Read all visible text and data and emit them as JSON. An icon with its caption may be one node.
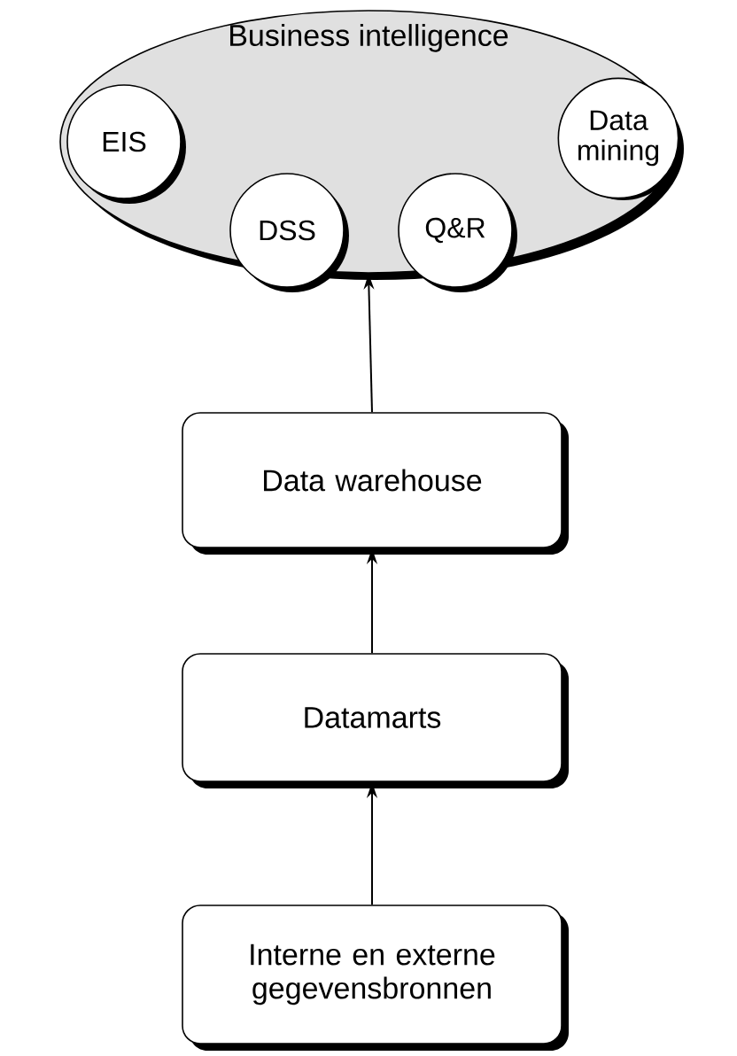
{
  "diagram": {
    "nodes": [
      {
        "text": [
          "Business intelligence"
        ]
      },
      {
        "text": [
          "EIS"
        ],
        "in": 0
      },
      {
        "text": [
          "DSS"
        ],
        "in": 0
      },
      {
        "text": [
          "Q&R"
        ],
        "in": 0
      },
      {
        "text": [
          "Data mining"
        ],
        "in": 0
      },
      {
        "text": [
          "Data warehouse"
        ]
      },
      {
        "text": [
          "Datamarts"
        ]
      },
      {
        "text": [
          "Interne en externe gegevensbronnen"
        ]
      }
    ],
    "edges": [
      {
        "from": 7,
        "to": 6,
        "arrow": "to"
      },
      {
        "from": 6,
        "to": 5,
        "arrow": "to"
      },
      {
        "from": 5,
        "to": 0,
        "arrow": "to"
      }
    ]
  }
}
